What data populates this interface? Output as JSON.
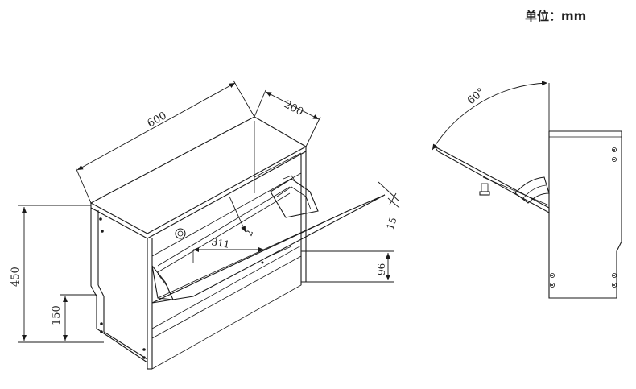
{
  "unit_label": "单位：mm",
  "dimensions": {
    "width": "600",
    "depth": "200",
    "height": "450",
    "base_height": "150",
    "flap_thickness": "15",
    "inner_depth": "311",
    "small_gap": "2",
    "lower_gap": "96"
  },
  "side_view": {
    "open_angle": "60°"
  }
}
